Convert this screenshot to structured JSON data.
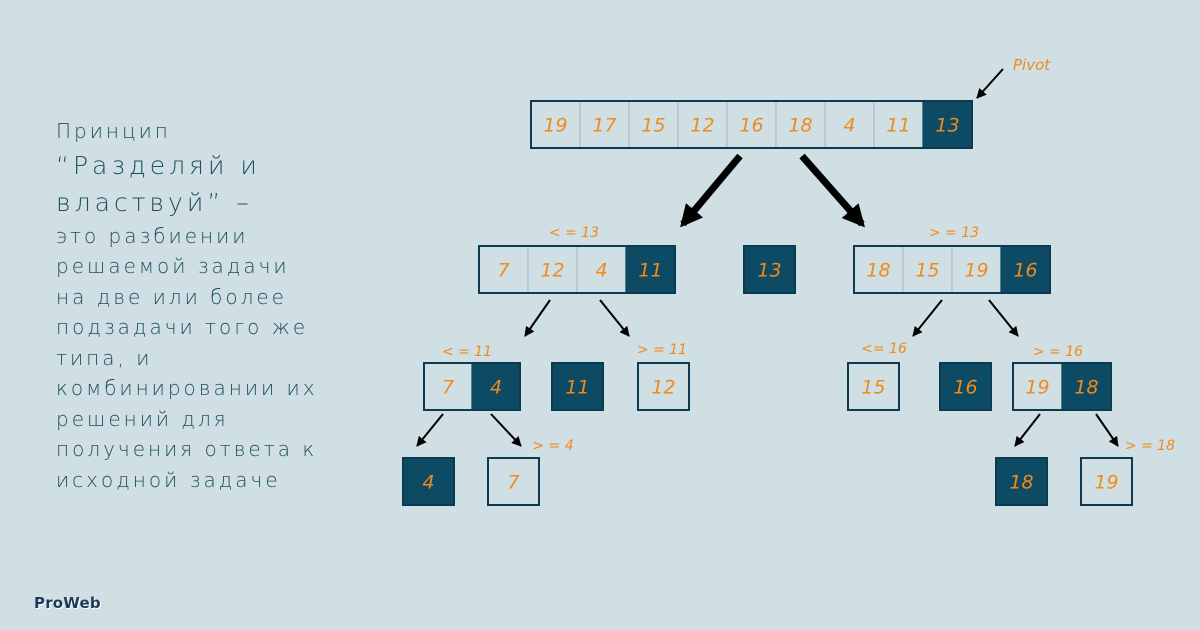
{
  "intro": {
    "lines": [
      {
        "text": "Принцип",
        "style": "small"
      },
      {
        "text": "“Разделяй и",
        "style": "big"
      },
      {
        "text": "властвуй” –",
        "style": "big"
      },
      {
        "text": "это разбиении",
        "style": "small"
      },
      {
        "text": "решаемой задачи",
        "style": "small"
      },
      {
        "text": "на две или более",
        "style": "small"
      },
      {
        "text": "подзадачи того же",
        "style": "small"
      },
      {
        "text": "типа, и",
        "style": "small"
      },
      {
        "text": "комбинировании их",
        "style": "small"
      },
      {
        "text": "решений для",
        "style": "small"
      },
      {
        "text": "получения ответа к",
        "style": "small"
      },
      {
        "text": "исходной задаче",
        "style": "small"
      }
    ]
  },
  "logo": "ProWeb",
  "pivot_label": "Pivot",
  "colors": {
    "background": "#cfdfe3",
    "dark_cell": "#0d4a63",
    "light_cell": "#cfdfe3",
    "number": "#f18a1c",
    "line": "#0d3a50"
  },
  "diagram": {
    "arrays": [
      {
        "id": "root",
        "values": [
          "19",
          "17",
          "15",
          "12",
          "16",
          "18",
          "4",
          "11",
          "13"
        ],
        "pivot_index": 8
      },
      {
        "id": "left",
        "values": [
          "7",
          "12",
          "4",
          "11"
        ],
        "pivot_index": 3
      },
      {
        "id": "mid-13",
        "values": [
          "13"
        ],
        "pivot_index": 0
      },
      {
        "id": "right",
        "values": [
          "18",
          "15",
          "19",
          "16"
        ],
        "pivot_index": 3
      },
      {
        "id": "l-left",
        "values": [
          "7",
          "4"
        ],
        "pivot_index": 1
      },
      {
        "id": "l-mid-11",
        "values": [
          "11"
        ],
        "pivot_index": 0
      },
      {
        "id": "l-right",
        "values": [
          "12"
        ],
        "pivot_index": -1
      },
      {
        "id": "r-left",
        "values": [
          "15"
        ],
        "pivot_index": -1
      },
      {
        "id": "r-mid-16",
        "values": [
          "16"
        ],
        "pivot_index": 0
      },
      {
        "id": "r-right",
        "values": [
          "19",
          "18"
        ],
        "pivot_index": 1
      },
      {
        "id": "ll-left",
        "values": [
          "4"
        ],
        "pivot_index": 0
      },
      {
        "id": "ll-right",
        "values": [
          "7"
        ],
        "pivot_index": -1
      },
      {
        "id": "rr-left",
        "values": [
          "18"
        ],
        "pivot_index": 0
      },
      {
        "id": "rr-right",
        "values": [
          "19"
        ],
        "pivot_index": -1
      }
    ],
    "conditions": [
      {
        "id": "le-13",
        "text": "< = 13"
      },
      {
        "id": "ge-13",
        "text": "> = 13"
      },
      {
        "id": "le-11",
        "text": "< = 11"
      },
      {
        "id": "ge-11",
        "text": "> = 11"
      },
      {
        "id": "le-16",
        "text": "<= 16"
      },
      {
        "id": "ge-16",
        "text": "> = 16"
      },
      {
        "id": "ge-4",
        "text": "> = 4"
      },
      {
        "id": "ge-18",
        "text": "> = 18"
      }
    ]
  }
}
